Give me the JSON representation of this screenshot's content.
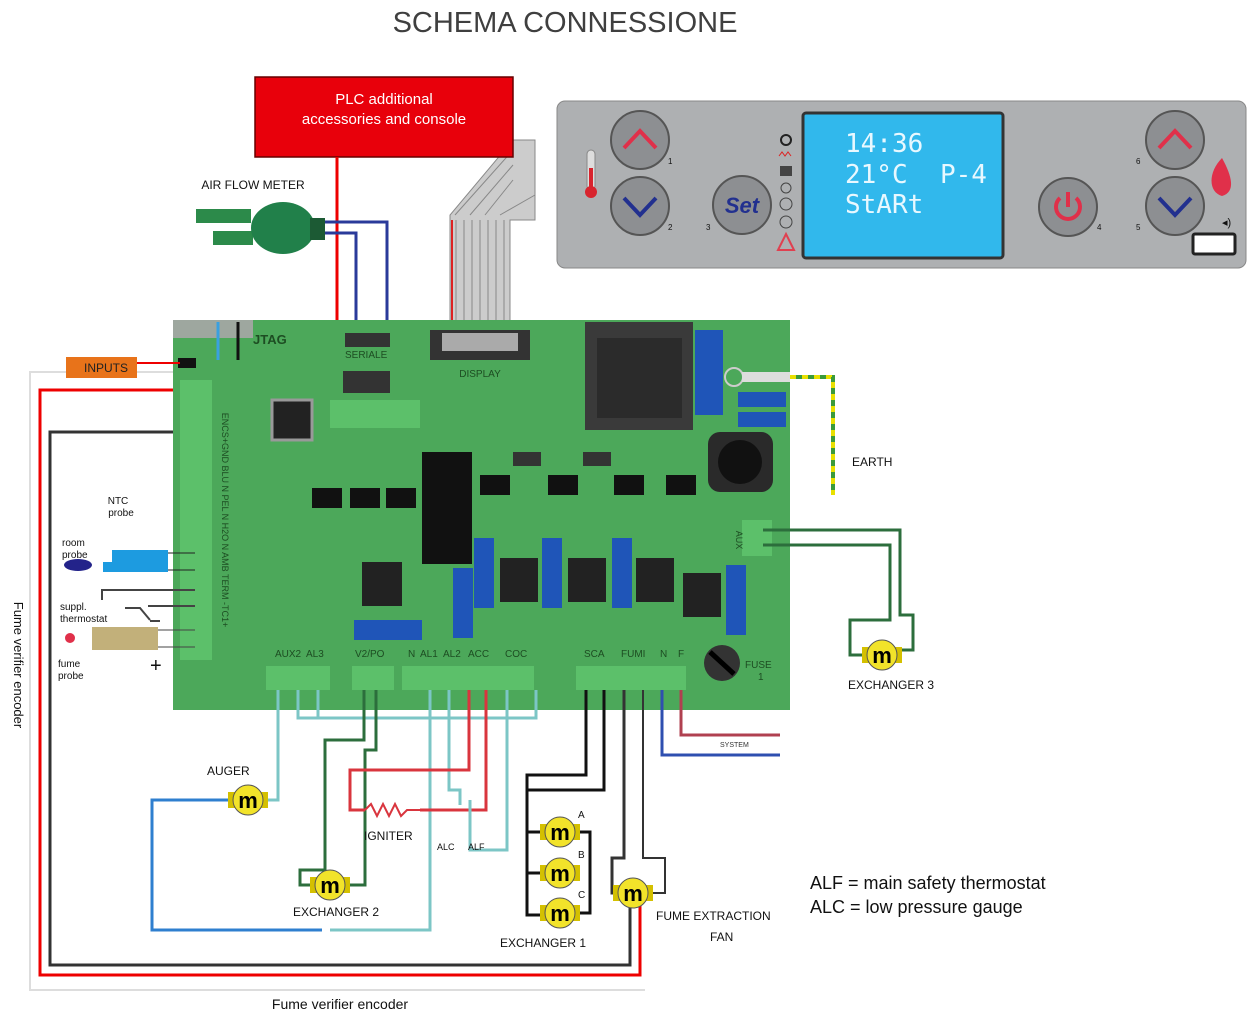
{
  "title": "SCHEMA CONNESSIONE",
  "plc_box": {
    "line1": "PLC additional",
    "line2": "accessories and console",
    "color": "#e8000b"
  },
  "control_panel": {
    "lcd": {
      "time": "14:36",
      "temperature": "21°C",
      "power_level": "P-4",
      "status": "StARt",
      "color": "#31b8ec"
    },
    "buttons": [
      {
        "number": "1",
        "icon": "arrow-up-icon"
      },
      {
        "number": "2",
        "icon": "arrow-down-icon"
      },
      {
        "number": "3",
        "label": "Set"
      },
      {
        "number": "4",
        "icon": "power-icon"
      },
      {
        "number": "5",
        "icon": "arrow-down-icon"
      },
      {
        "number": "6",
        "icon": "arrow-up-icon"
      }
    ]
  },
  "labels": {
    "air_flow_meter": "AIR FLOW METER",
    "inputs": "INPUTS",
    "earth": "EARTH",
    "ntc_probe_1": "NTC",
    "ntc_probe_2": "probe",
    "room_probe_1": "room",
    "room_probe_2": "probe",
    "suppl_thermostat_1": "suppl.",
    "suppl_thermostat_2": "thermostat",
    "fume_probe_1": "fume",
    "fume_probe_2": "probe",
    "plus": "+",
    "fume_encoder_side": "Fume verifier encoder",
    "fume_encoder_bottom": "Fume verifier encoder",
    "auger": "AUGER",
    "igniter": "IGNITER",
    "exchanger_1": "EXCHANGER 1",
    "exchanger_2": "EXCHANGER 2",
    "exchanger_3": "EXCHANGER 3",
    "fume_fan_1": "FUME EXTRACTION",
    "fume_fan_2": "FAN",
    "alc_small": "ALC",
    "alf_small": "ALF",
    "a": "A",
    "b": "B",
    "c": "C",
    "system": "SYSTEM",
    "motor_symbol": "m"
  },
  "legend": {
    "alf": "ALF = main safety thermostat",
    "alc": "ALC = low pressure gauge"
  },
  "board": {
    "color": "#4ca85a",
    "jtag": "JTAG",
    "seriale": "SERIALE",
    "display": "DISPLAY",
    "fuse": "FUSE",
    "fuse_num": "1",
    "aux": "AUX",
    "left_strip": "ENCS+GND BLU N PEL N H2O N AMB TERM -TC1+",
    "terminals": [
      "AUX2",
      "AL3",
      "V2/PO",
      "N",
      "AL1",
      "AL2",
      "ACC",
      "COC",
      "SCA",
      "FUMI",
      "N",
      "F"
    ]
  }
}
